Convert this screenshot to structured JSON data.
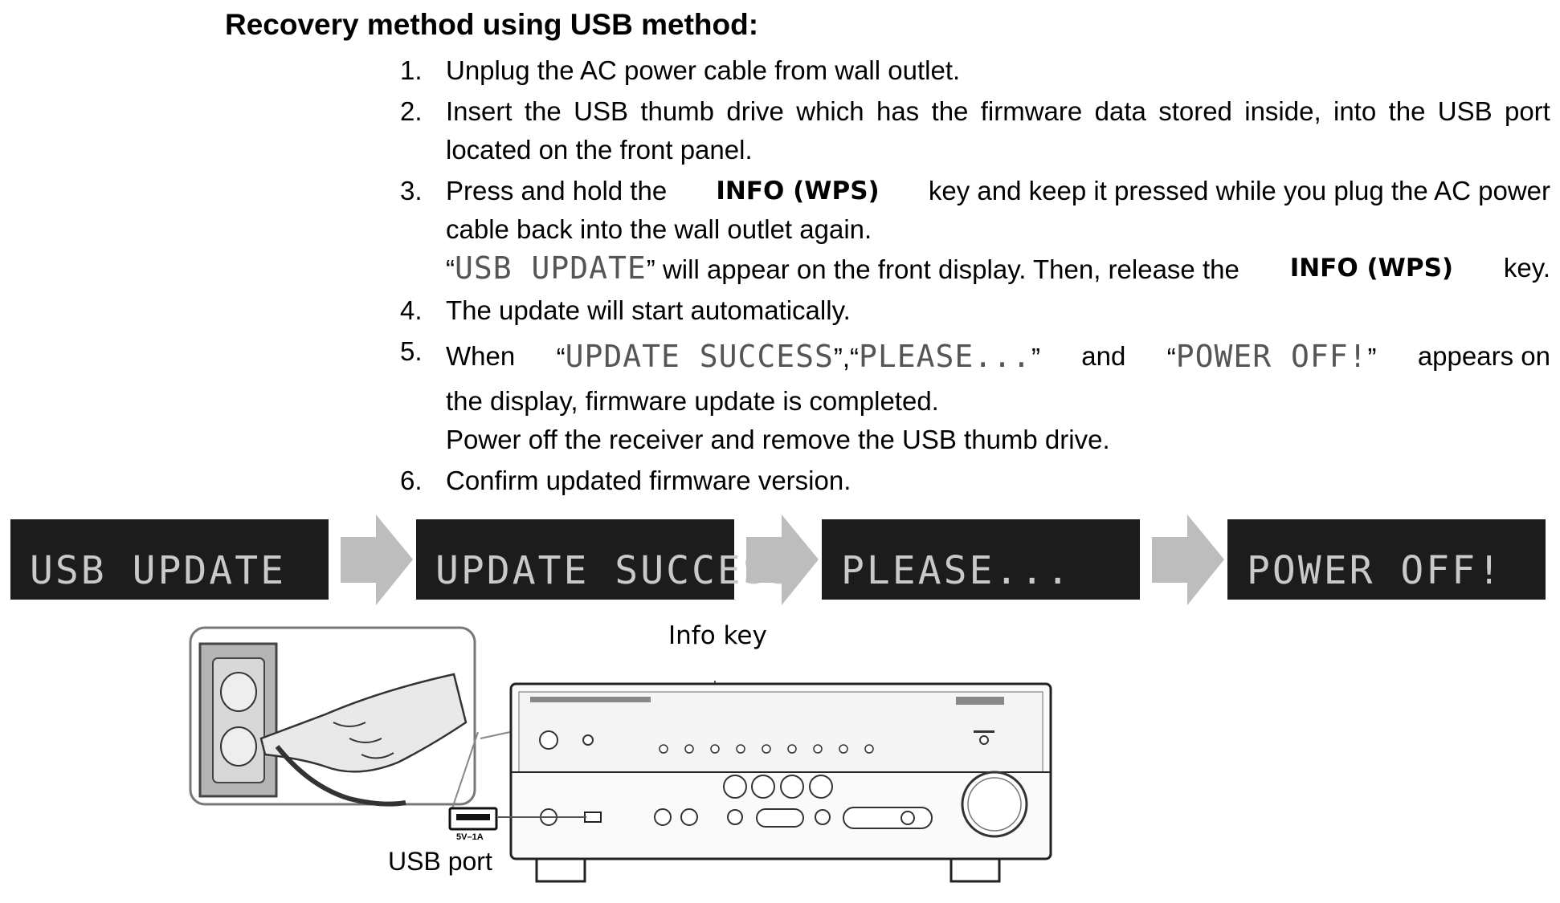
{
  "title": "Recovery method using USB method:",
  "steps": [
    {
      "num": "1.",
      "text": "Unplug the AC power cable from wall outlet."
    },
    {
      "num": "2.",
      "line1": [
        "Insert",
        "the",
        "USB",
        "thumb",
        "drive",
        "which",
        "has",
        "the",
        "firmware",
        "data",
        "stored",
        "inside,",
        "into",
        "the",
        "USB",
        "port"
      ],
      "line2": "located on the front panel."
    },
    {
      "num": "3.",
      "pre": "Press and hold the",
      "key": "INFO (WPS)",
      "post": "key and keep it pressed while you plug the AC power",
      "line2": "cable back into the wall outlet again.",
      "display": "USB UPDATE",
      "line3": "will appear on the front display. Then, release the",
      "key2": "INFO (WPS)",
      "line3_end": "key."
    },
    {
      "num": "4.",
      "text": "The update will start automatically."
    },
    {
      "num": "5.",
      "when": "When",
      "d1": "UPDATE SUCCESS",
      "d2": "PLEASE...",
      "and": "and",
      "d3": "POWER OFF!",
      "appears": "appears on",
      "line2": "the display, firmware update is completed.",
      "line3": "Power off the receiver and remove the USB thumb drive."
    },
    {
      "num": "6.",
      "text": "Confirm updated firmware version."
    }
  ],
  "quote_open": "“",
  "quote_close": "”",
  "comma": ",",
  "displays": [
    "USB UPDATE",
    "UPDATE SUCCESS",
    "PLEASE...",
    "POWER OFF!"
  ],
  "labels": {
    "info_key": "Info key",
    "usb_port": "USB port",
    "usb_rating": "5V–1A"
  },
  "colors": {
    "lcd_bg": "#1c1c1c",
    "lcd_text": "#c9c9c9",
    "arrow": "#bdbdbd"
  }
}
